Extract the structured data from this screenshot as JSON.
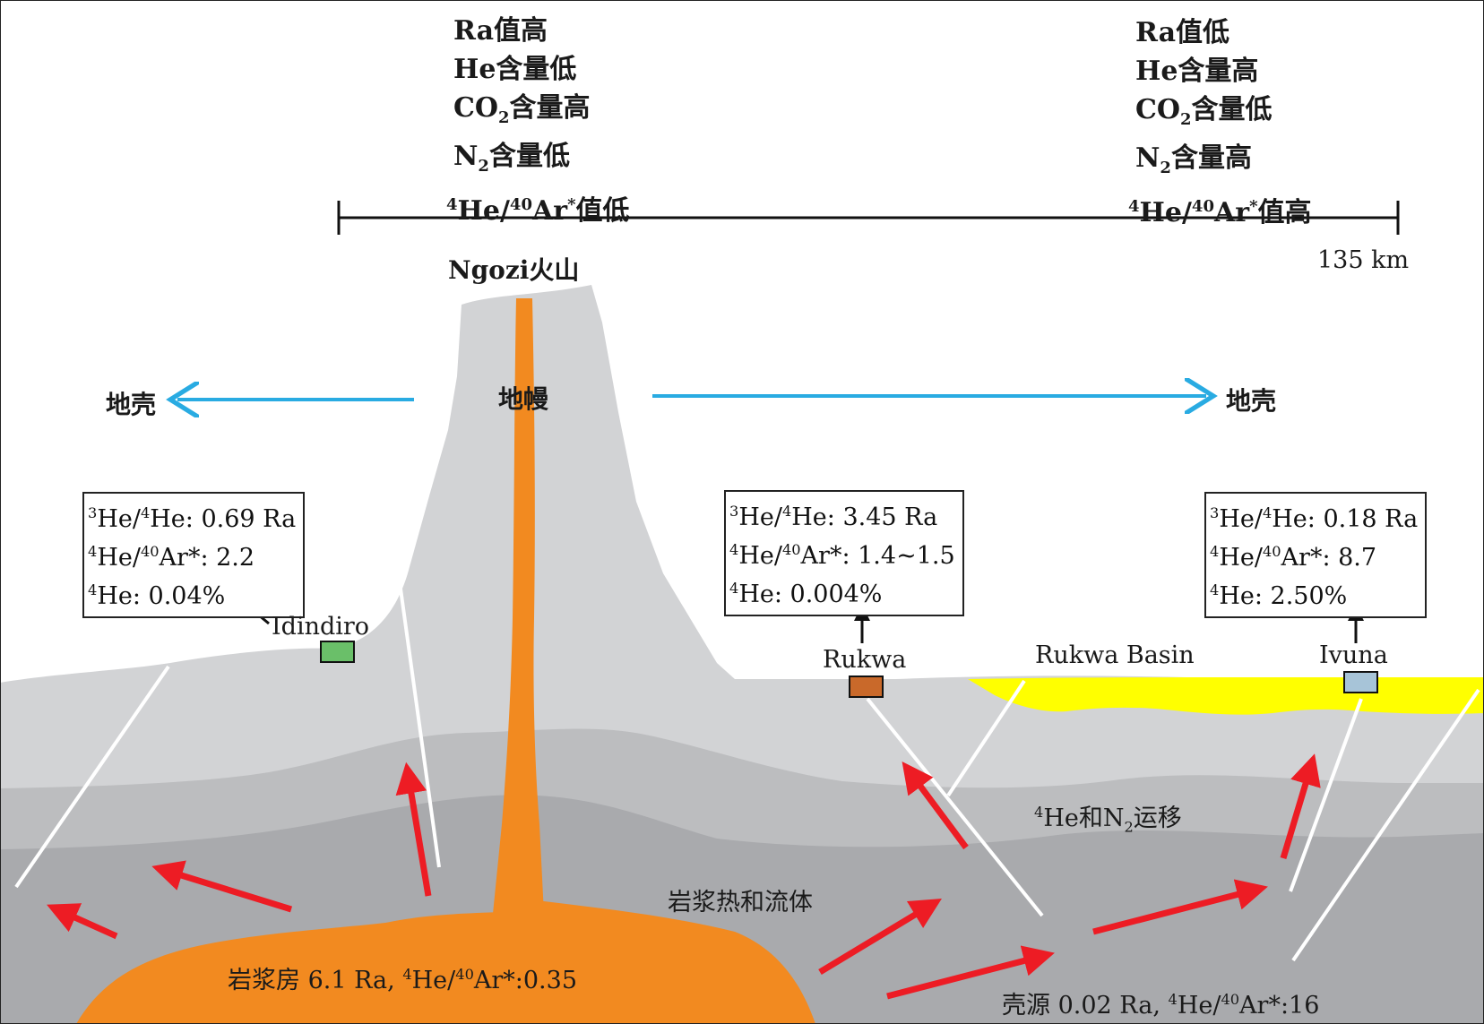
{
  "header_left": {
    "line1": "Ra值高",
    "line2": "He含量低",
    "line3_pre": "CO",
    "line3_sub": "2",
    "line3_post": "含量高",
    "line4_pre": "N",
    "line4_sub": "2",
    "line4_post": "含量低",
    "line5_sup1": "4",
    "line5_a": "He/",
    "line5_sup2": "40",
    "line5_b": "Ar",
    "line5_sup3": "*",
    "line5_post": "值低"
  },
  "header_right": {
    "line1": "Ra值低",
    "line2": "He含量高",
    "line3_pre": "CO",
    "line3_sub": "2",
    "line3_post": "含量低",
    "line4_pre": "N",
    "line4_sub": "2",
    "line4_post": "含量高",
    "line5_sup1": "4",
    "line5_a": "He/",
    "line5_sup2": "40",
    "line5_b": "Ar",
    "line5_sup3": "*",
    "line5_post": "值高"
  },
  "scale_label": "135 km",
  "volcano_label": "Ngozi火山",
  "mantle_label": "地幔",
  "crust_left": "地壳",
  "crust_right": "地壳",
  "boxes": {
    "idindiro": {
      "r1_sup": "3",
      "r1_a": "He/",
      "r1_sup2": "4",
      "r1_b": "He: 0.69 Ra",
      "r2_sup": "4",
      "r2_a": "He/",
      "r2_sup2": "40",
      "r2_b": "Ar*: 2.2",
      "r3_sup": "4",
      "r3_b": "He: 0.04%"
    },
    "rukwa": {
      "r1_sup": "3",
      "r1_a": "He/",
      "r1_sup2": "4",
      "r1_b": "He: 3.45 Ra",
      "r2_sup": "4",
      "r2_a": "He/",
      "r2_sup2": "40",
      "r2_b": "Ar*: 1.4~1.5",
      "r3_sup": "4",
      "r3_b": "He: 0.004%"
    },
    "ivuna": {
      "r1_sup": "3",
      "r1_a": "He/",
      "r1_sup2": "4",
      "r1_b": "He: 0.18 Ra",
      "r2_sup": "4",
      "r2_a": "He/",
      "r2_sup2": "40",
      "r2_b": "Ar*: 8.7",
      "r3_sup": "4",
      "r3_b": "He: 2.50%"
    }
  },
  "sites": {
    "idindiro": "Idindiro",
    "rukwa": "Rukwa",
    "rukwa_basin": "Rukwa Basin",
    "ivuna": "Ivuna"
  },
  "he_n2": {
    "sup": "4",
    "a": "He和N",
    "sub": "2",
    "b": "运移"
  },
  "magma_fluid": "岩浆热和流体",
  "magma_chamber": {
    "a": "岩浆房 6.1 Ra, ",
    "sup1": "4",
    "b": "He/",
    "sup2": "40",
    "c": "Ar*:0.35"
  },
  "crust_source": {
    "a": "壳源 0.02 Ra, ",
    "sup1": "4",
    "b": "He/",
    "sup2": "40",
    "c": "Ar*:16"
  },
  "colors": {
    "magma": "#f28a20",
    "layer_top": "#d2d3d5",
    "layer_mid": "#bcbdbf",
    "layer_low": "#a9aaad",
    "basin_fill": "#ffff00",
    "arrow_blue": "#29abe2",
    "arrow_red": "#ed1c24",
    "site_green": "#6abf69",
    "site_brown": "#c9692a",
    "site_blue": "#a7c4d8"
  }
}
